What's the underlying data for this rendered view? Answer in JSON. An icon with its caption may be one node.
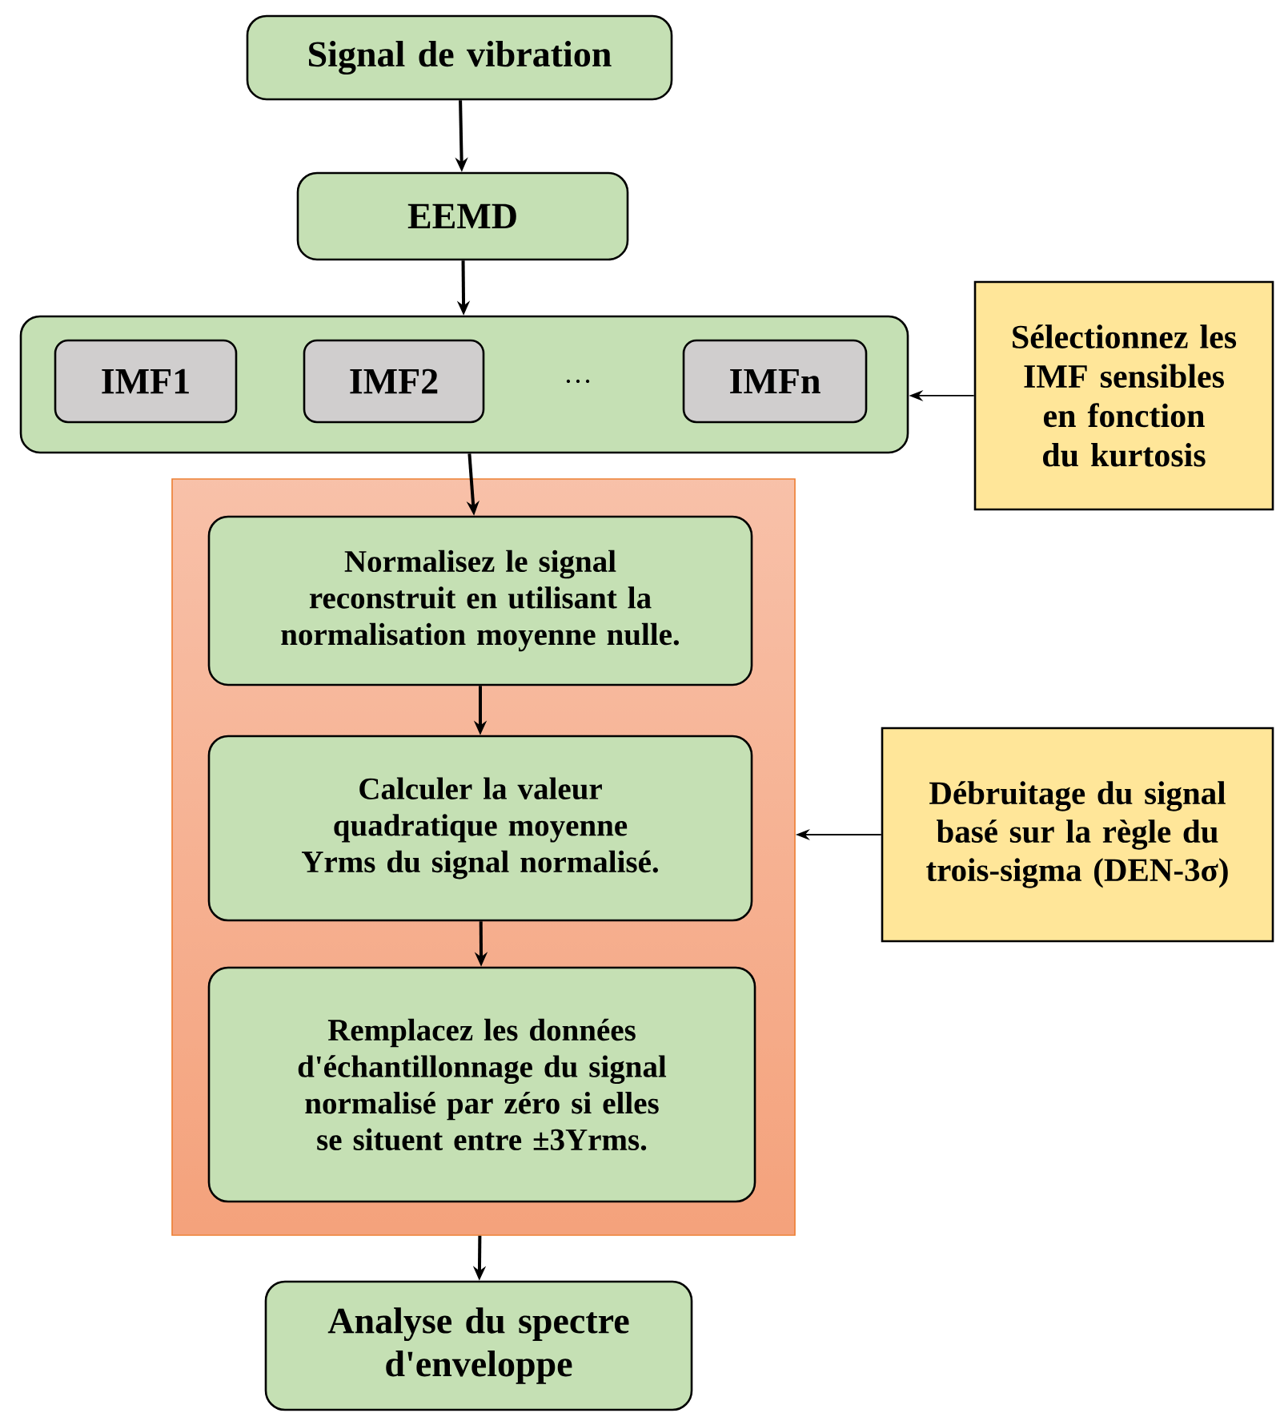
{
  "diagram": {
    "nodes": [
      {
        "text": [
          "Signal de vibration"
        ]
      },
      {
        "text": [
          "EEMD"
        ]
      },
      {
        "text": [],
        "shape": "box"
      },
      {
        "text": [
          "IMF1"
        ],
        "in": 2
      },
      {
        "text": [
          "IMF2"
        ],
        "in": 2
      },
      {
        "text": [
          "IMFn"
        ],
        "in": 2
      },
      {
        "text": [
          "Sélectionnez les IMF sensibles en fonction du kurtosis"
        ]
      },
      {
        "text": [],
        "shape": "box"
      },
      {
        "text": [
          "Normalisez le signal reconstruit en utilisant la normalisation moyenne nulle."
        ],
        "in": 7
      },
      {
        "text": [
          "Calculer la valeur quadratique moyenne Yrms du signal normalisé."
        ],
        "in": 7
      },
      {
        "text": [
          "Remplacez les données d'échantillonnage du signal normalisé par zéro si elles se situent entre ±3Yrms."
        ],
        "in": 7
      },
      {
        "text": [
          "Débruitage du signal basé sur la règle du trois-sigma (DEN-3σ)"
        ]
      },
      {
        "text": [
          "Analyse du spectre d'enveloppe"
        ]
      }
    ],
    "edges": [
      {
        "from": 0,
        "to": 1,
        "arrow": "to"
      },
      {
        "from": 1,
        "to": 2,
        "arrow": "to"
      },
      {
        "from": 6,
        "to": 2,
        "arrow": "to"
      },
      {
        "from": 2,
        "to": 8,
        "arrow": "to"
      },
      {
        "from": 8,
        "to": 9,
        "arrow": "to"
      },
      {
        "from": 9,
        "to": 10,
        "arrow": "to"
      },
      {
        "from": 11,
        "to": 7,
        "arrow": "to"
      },
      {
        "from": 7,
        "to": 12,
        "arrow": "to"
      }
    ],
    "labels": [
      "…"
    ]
  }
}
